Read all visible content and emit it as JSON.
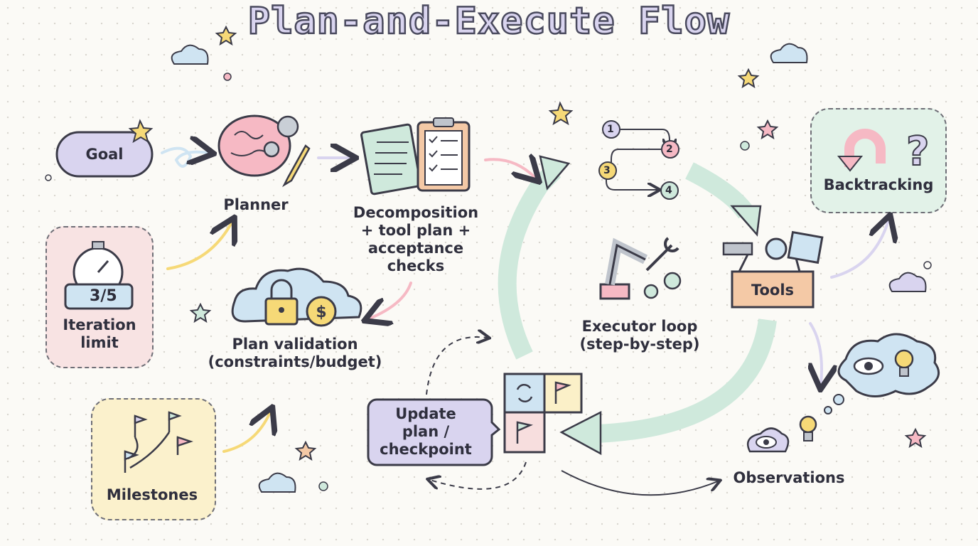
{
  "title": "Plan-and-Execute Flow",
  "nodes": {
    "goal": "Goal",
    "planner": "Planner",
    "decomposition": "Decomposition\n+ tool plan +\nacceptance\nchecks",
    "plan_validation": "Plan validation\n(constraints/budget)",
    "iteration_limit": "Iteration\nlimit",
    "iteration_counter_current": "3",
    "iteration_counter_total": "/5",
    "milestones": "Milestones",
    "update_plan": "Update\nplan /\ncheckpoint",
    "executor_loop": "Executor loop\n(step-by-step)",
    "tools": "Tools",
    "backtracking": "Backtracking",
    "observations": "Observations"
  },
  "steps": [
    "1",
    "2",
    "3",
    "4"
  ],
  "colors": {
    "mint": "#cfe9dc",
    "lavender": "#d9d4ef",
    "pink": "#f7dede",
    "yellow": "#fbf0c8",
    "peach": "#f4c9a6",
    "blue": "#cfe4f2",
    "outline": "#3b3b48"
  }
}
